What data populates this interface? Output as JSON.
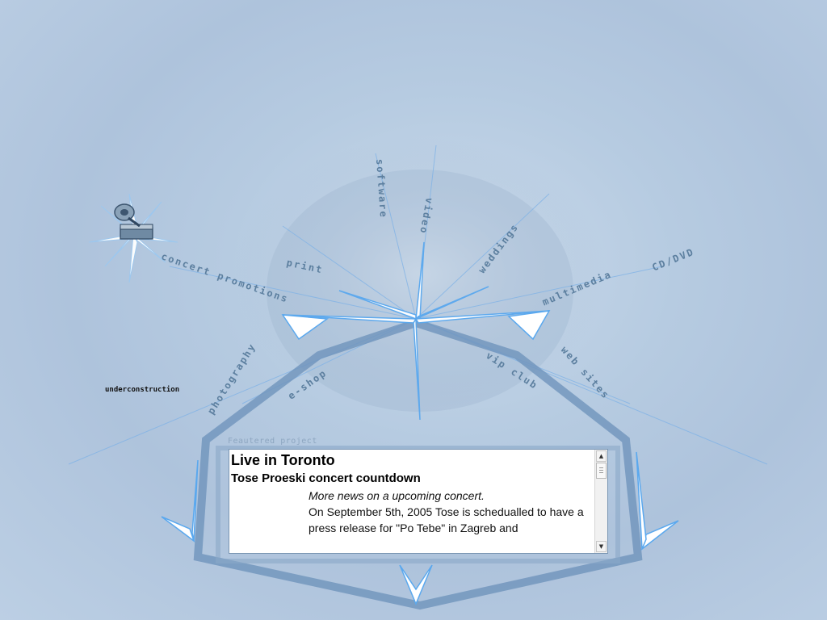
{
  "nav": {
    "concert_promotions": "concert promotions",
    "print": "print",
    "software": "software",
    "video": "video",
    "weddings": "weddings",
    "multimedia": "multimedia",
    "cd_dvd": "CD/DVD",
    "photography": "photography",
    "eshop": "e-shop",
    "vip_club": "vip club",
    "web_sites": "web sites"
  },
  "status_text": "underconstruction",
  "featured": {
    "caption": "Feautered project",
    "title": "Live in Toronto",
    "subtitle": "Tose Proeski concert countdown",
    "lead": "More news on a upcoming concert.",
    "body": "On September 5th, 2005 Tose is schedualled to have a press release for \"Po Tebe\" in Zagreb and"
  },
  "icons": {
    "logo": "gramophone-icon",
    "scroll_up": "arrow-up-icon",
    "scroll_down": "arrow-down-icon"
  },
  "colors": {
    "background": "#b6cbe1",
    "accent": "#5c7f9f",
    "frame": "#6f93bb"
  }
}
